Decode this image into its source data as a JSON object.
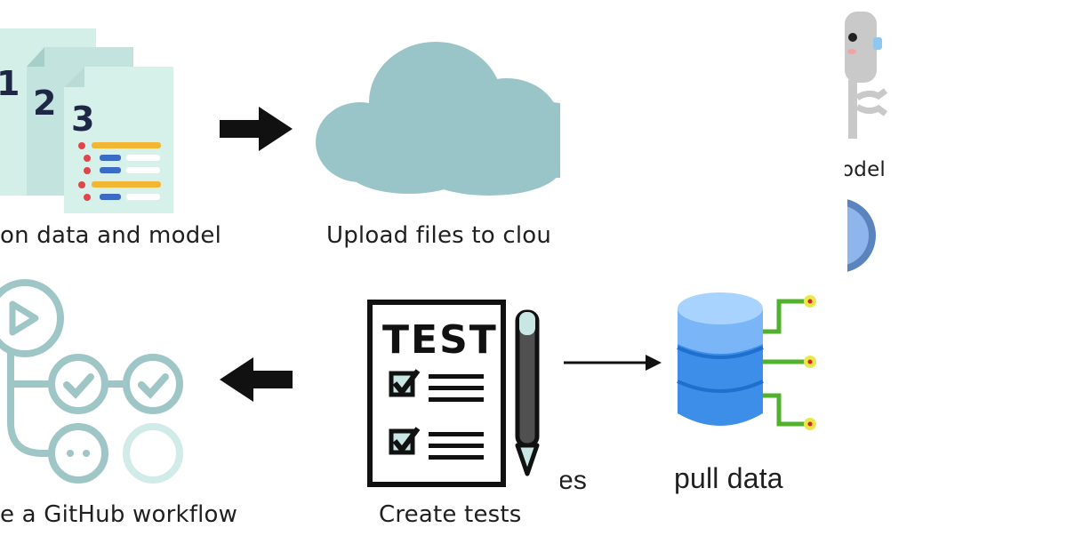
{
  "steps": {
    "versioning": {
      "caption": "on data and model",
      "page_numbers": [
        "1",
        "2",
        "3"
      ]
    },
    "upload": {
      "caption": "Upload files to clou"
    },
    "deploy_model": {
      "caption": "odel"
    },
    "workflow": {
      "caption": "e a GitHub workflow"
    },
    "tests": {
      "caption": "Create tests",
      "sheet_title": "TEST"
    },
    "partial": {
      "caption": "es"
    },
    "pull": {
      "caption": "pull data"
    }
  },
  "colors": {
    "doc_light": "#d3efe8",
    "doc_mid": "#c2e3de",
    "cloud": "#99c4c8",
    "workflow": "#9fc6c6",
    "db_top": "#a9d3ff",
    "db_body": "#3d8ee8",
    "connector": "#52b12c",
    "arrow": "#111111"
  }
}
